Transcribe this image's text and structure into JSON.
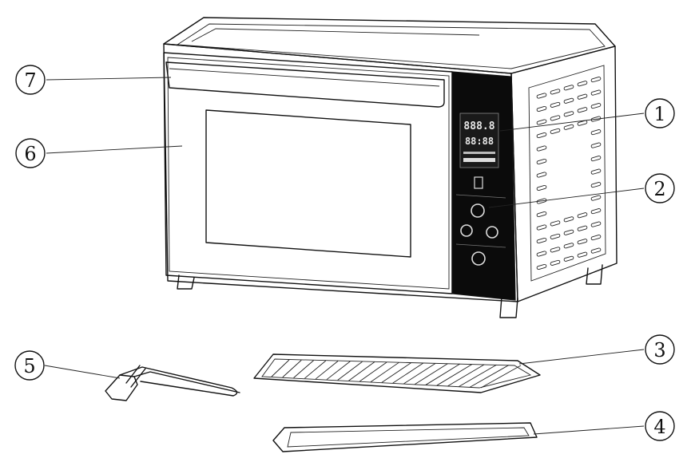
{
  "callouts": [
    {
      "id": "1",
      "label": "1"
    },
    {
      "id": "2",
      "label": "2"
    },
    {
      "id": "3",
      "label": "3"
    },
    {
      "id": "4",
      "label": "4"
    },
    {
      "id": "5",
      "label": "5"
    },
    {
      "id": "6",
      "label": "6"
    },
    {
      "id": "7",
      "label": "7"
    }
  ],
  "display": {
    "line1": "888.8",
    "line2": "88:88"
  },
  "colors": {
    "line": "#111111",
    "panel": "#0b0b0b",
    "background": "#ffffff"
  }
}
